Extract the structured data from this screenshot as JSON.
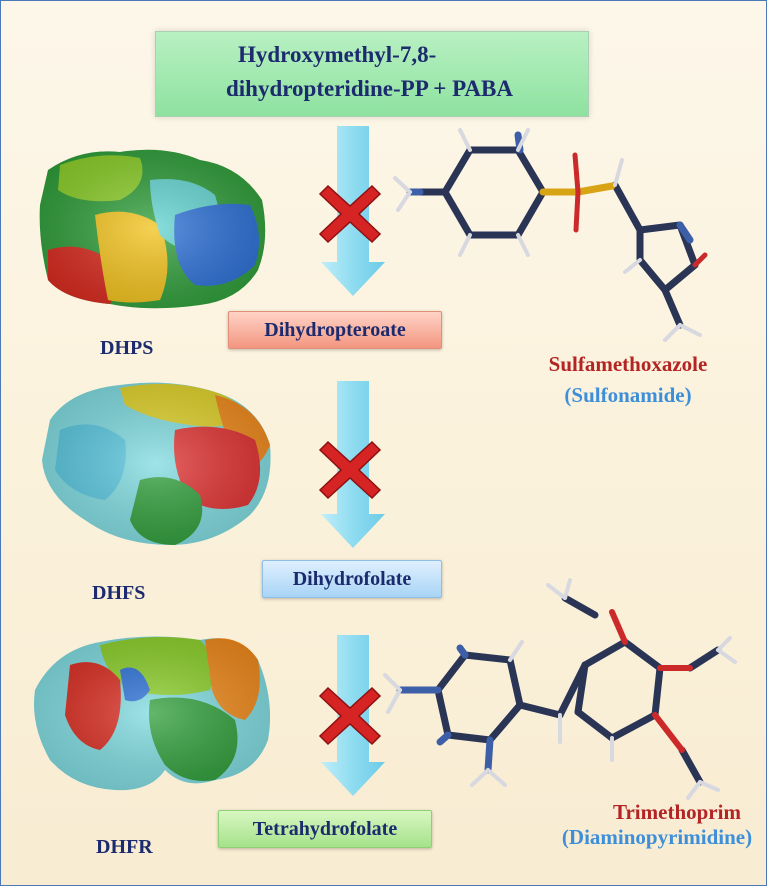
{
  "pathway": {
    "substrate_line1": "Hydroxymethyl-7,8-",
    "substrate_line2": "dihydropteridine-PP +  PABA",
    "step1_product": "Dihydropteroate",
    "step2_product": "Dihydrofolate",
    "step3_product": "Tetrahydrofolate"
  },
  "enzymes": {
    "dhps": "DHPS",
    "dhfs": "DHFS",
    "dhfr": "DHFR"
  },
  "inhibitors": {
    "drug1_name": "Sulfamethoxazole",
    "drug1_class": "(Sulfonamide)",
    "drug2_name": "Trimethoprim",
    "drug2_class": "(Diaminopyrimidine)"
  },
  "colors": {
    "arrow": "#8fdcf0",
    "inhibition_x": "#d62424",
    "label_navy": "#1c2a6e",
    "drug_red": "#b32424",
    "drug_blue": "#3e8fd9"
  },
  "icons": [
    "down-arrow-icon",
    "inhibition-x-icon",
    "protein-surface",
    "molecule-structure"
  ]
}
